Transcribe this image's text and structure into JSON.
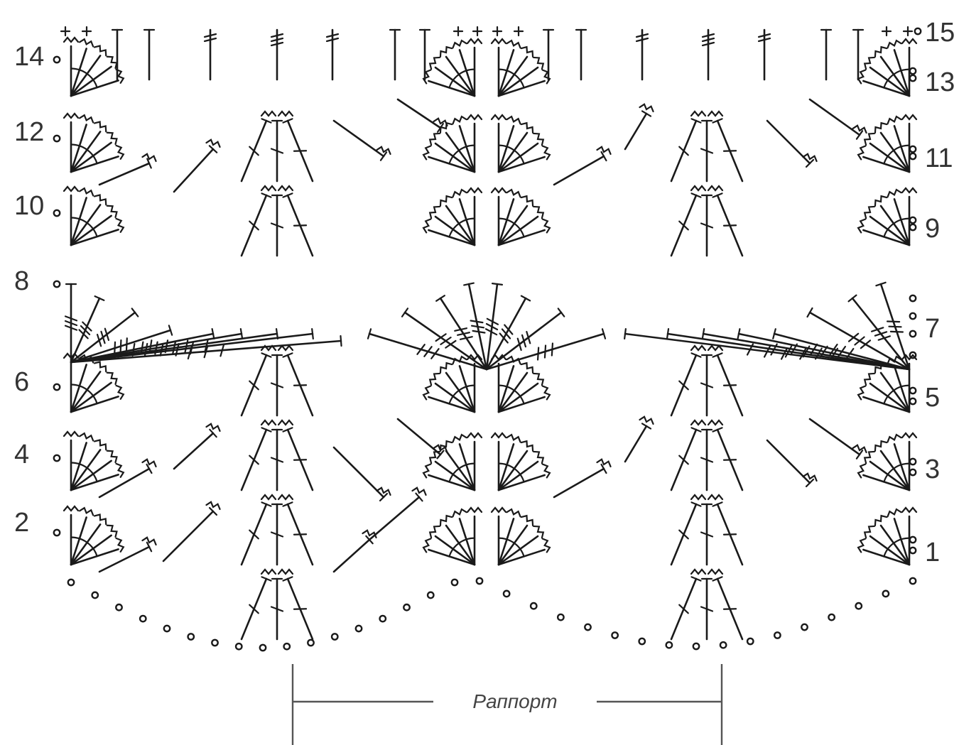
{
  "diagram": {
    "left_row_numbers": [
      "14",
      "12",
      "10",
      "8",
      "6",
      "4",
      "2"
    ],
    "right_row_numbers": [
      "15",
      "13",
      "11",
      "9",
      "7",
      "5",
      "3",
      "1"
    ],
    "repeat_label": "Раппорт"
  },
  "colors": {
    "ink": "#1a1a1a",
    "label": "#333333",
    "repeat": "#555555"
  },
  "symbols": [
    "chain-stitch",
    "single-crochet",
    "half-double-crochet",
    "double-crochet",
    "treble-crochet",
    "double-treble-crochet",
    "crossed-stitch"
  ]
}
